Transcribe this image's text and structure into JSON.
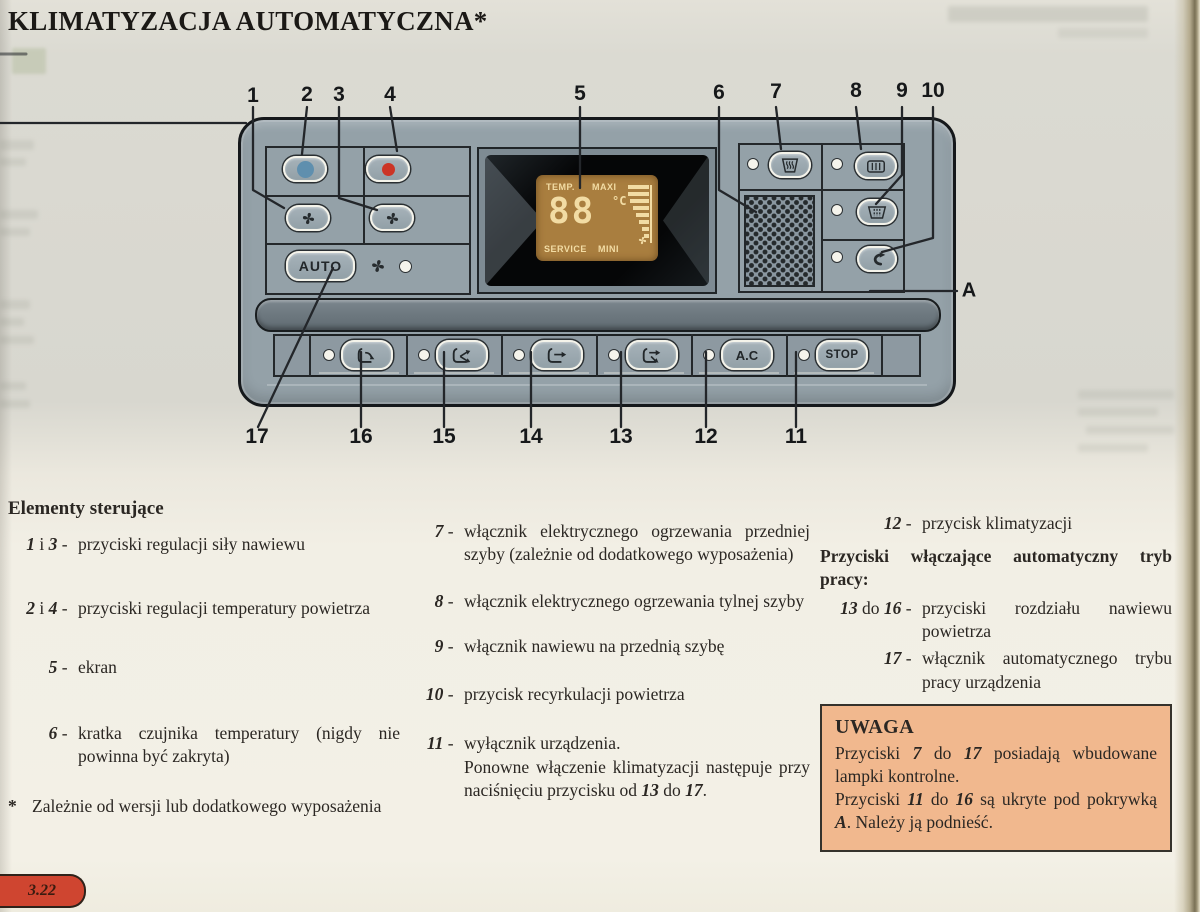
{
  "page": {
    "title": "KLIMATYZACJA AUTOMATYCZNA*",
    "page_number": "3.22"
  },
  "panel": {
    "auto_label": "AUTO",
    "ac_label": "A.C",
    "stop_label": "STOP",
    "lcd": {
      "temp_label": "TEMP.",
      "maxi_label": "MAXI",
      "value": "88",
      "unit": "°C",
      "service_label": "SERVICE",
      "mini_label": "MINI"
    }
  },
  "callouts": [
    "1",
    "2",
    "3",
    "4",
    "5",
    "6",
    "7",
    "8",
    "9",
    "10",
    "11",
    "12",
    "13",
    "14",
    "15",
    "16",
    "17",
    "A"
  ],
  "legend": {
    "heading": "Elementy sterujące",
    "items_left": [
      {
        "label": [
          {
            "t": "1",
            "b": true,
            "i": true
          },
          {
            "t": " i "
          },
          {
            "t": "3",
            "b": true,
            "i": true
          },
          {
            "t": " - "
          }
        ],
        "body": [
          {
            "t": "przyciski regulacji siły nawiewu"
          }
        ]
      },
      {
        "label": [
          {
            "t": "2",
            "b": true,
            "i": true
          },
          {
            "t": " i "
          },
          {
            "t": "4",
            "b": true,
            "i": true
          },
          {
            "t": " - "
          }
        ],
        "body": [
          {
            "t": "przyciski regulacji temperatury powietrza"
          }
        ]
      },
      {
        "label": [
          {
            "t": "5",
            "b": true,
            "i": true
          },
          {
            "t": " - "
          }
        ],
        "body": [
          {
            "t": "ekran"
          }
        ]
      },
      {
        "label": [
          {
            "t": "6",
            "b": true,
            "i": true
          },
          {
            "t": " - "
          }
        ],
        "body": [
          {
            "t": "kratka czujnika temperatury (nigdy nie powinna być zakryta)"
          }
        ]
      }
    ],
    "footnote": {
      "label": [
        {
          "t": "*",
          "b": true
        }
      ],
      "body": [
        {
          "t": "Zależnie od wersji lub dodatkowego wyposażenia"
        }
      ]
    },
    "items_middle": [
      {
        "label": [
          {
            "t": "7",
            "b": true,
            "i": true
          },
          {
            "t": " - "
          }
        ],
        "body": [
          {
            "t": "włącznik elektrycznego ogrzewania przedniej szyby (zależnie od dodatkowego wyposażenia)"
          }
        ]
      },
      {
        "label": [
          {
            "t": "8",
            "b": true,
            "i": true
          },
          {
            "t": " - "
          }
        ],
        "body": [
          {
            "t": "włącznik elektrycznego ogrzewania tylnej szyby"
          }
        ]
      },
      {
        "label": [
          {
            "t": "9",
            "b": true,
            "i": true
          },
          {
            "t": " - "
          }
        ],
        "body": [
          {
            "t": "włącznik nawiewu na przednią szybę"
          }
        ]
      },
      {
        "label": [
          {
            "t": "10",
            "b": true,
            "i": true
          },
          {
            "t": " - "
          }
        ],
        "body": [
          {
            "t": "przycisk recyrkulacji powietrza"
          }
        ]
      },
      {
        "label": [
          {
            "t": "11",
            "b": true,
            "i": true
          },
          {
            "t": " - "
          }
        ],
        "body": [
          {
            "t": "wyłącznik urządzenia."
          },
          {
            "br": true
          },
          {
            "t": "Ponowne włączenie klimatyzacji następuje przy naciśnięciu przycisku od "
          },
          {
            "t": "13",
            "b": true,
            "i": true
          },
          {
            "t": " do "
          },
          {
            "t": "17",
            "b": true,
            "i": true
          },
          {
            "t": "."
          }
        ]
      }
    ],
    "item_12": {
      "label": [
        {
          "t": "12",
          "b": true,
          "i": true
        },
        {
          "t": " - "
        }
      ],
      "body": [
        {
          "t": "przycisk klimatyzacji"
        }
      ]
    },
    "subheading": "Przyciski włączające automatyczny tryb pracy:",
    "items_right": [
      {
        "label": [
          {
            "t": "13",
            "b": true,
            "i": true
          },
          {
            "t": " do "
          },
          {
            "t": "16",
            "b": true,
            "i": true
          },
          {
            "t": " - "
          }
        ],
        "body": [
          {
            "t": "przyciski rozdziału nawiewu powietrza"
          }
        ]
      },
      {
        "label": [
          {
            "t": "17",
            "b": true,
            "i": true
          },
          {
            "t": " - "
          }
        ],
        "body": [
          {
            "t": "włącznik automatycznego trybu pracy urządzenia"
          }
        ]
      }
    ],
    "uwaga": {
      "heading": "UWAGA",
      "lines": [
        [
          {
            "t": "Przyciski "
          },
          {
            "t": "7",
            "b": true,
            "i": true
          },
          {
            "t": " do "
          },
          {
            "t": "17",
            "b": true,
            "i": true
          },
          {
            "t": " posiadają wbudowane lampki kontrolne."
          }
        ],
        [
          {
            "t": "Przyciski "
          },
          {
            "t": "11",
            "b": true,
            "i": true
          },
          {
            "t": " do "
          },
          {
            "t": "16",
            "b": true,
            "i": true
          },
          {
            "t": " są ukryte pod pokrywką "
          },
          {
            "t": "A",
            "b": true,
            "i": true
          },
          {
            "t": ". Należy ją podnieść."
          }
        ]
      ]
    }
  },
  "colors": {
    "accent_red": "#cf4530",
    "lcd_bg": "#a97e3f",
    "lcd_glyph": "#f2dca4",
    "panel_body": "#94a1a8",
    "uwaga_bg": "#f1b88e",
    "blue_dot": "#5f8fae",
    "red_dot": "#cc3526"
  }
}
